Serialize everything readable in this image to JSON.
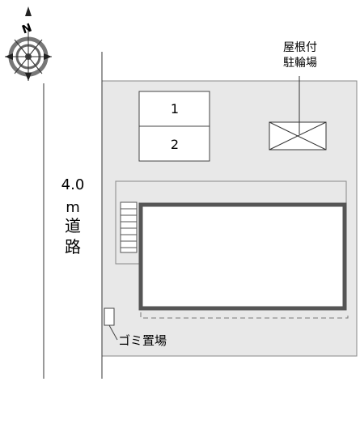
{
  "compass": {
    "north_letter": "N",
    "icon": "compass-rose-icon"
  },
  "road": {
    "width_value": "4.0",
    "unit": "m",
    "label_line1": "道",
    "label_line2": "路"
  },
  "parking": {
    "spaces": [
      "1",
      "2"
    ]
  },
  "bicycle_parking": {
    "label_line1": "屋根付",
    "label_line2": "駐輪場"
  },
  "garbage": {
    "label": "ゴミ置場"
  },
  "colors": {
    "site_fill": "#e8e8e8",
    "building_outline": "#555555",
    "line": "#333333"
  }
}
